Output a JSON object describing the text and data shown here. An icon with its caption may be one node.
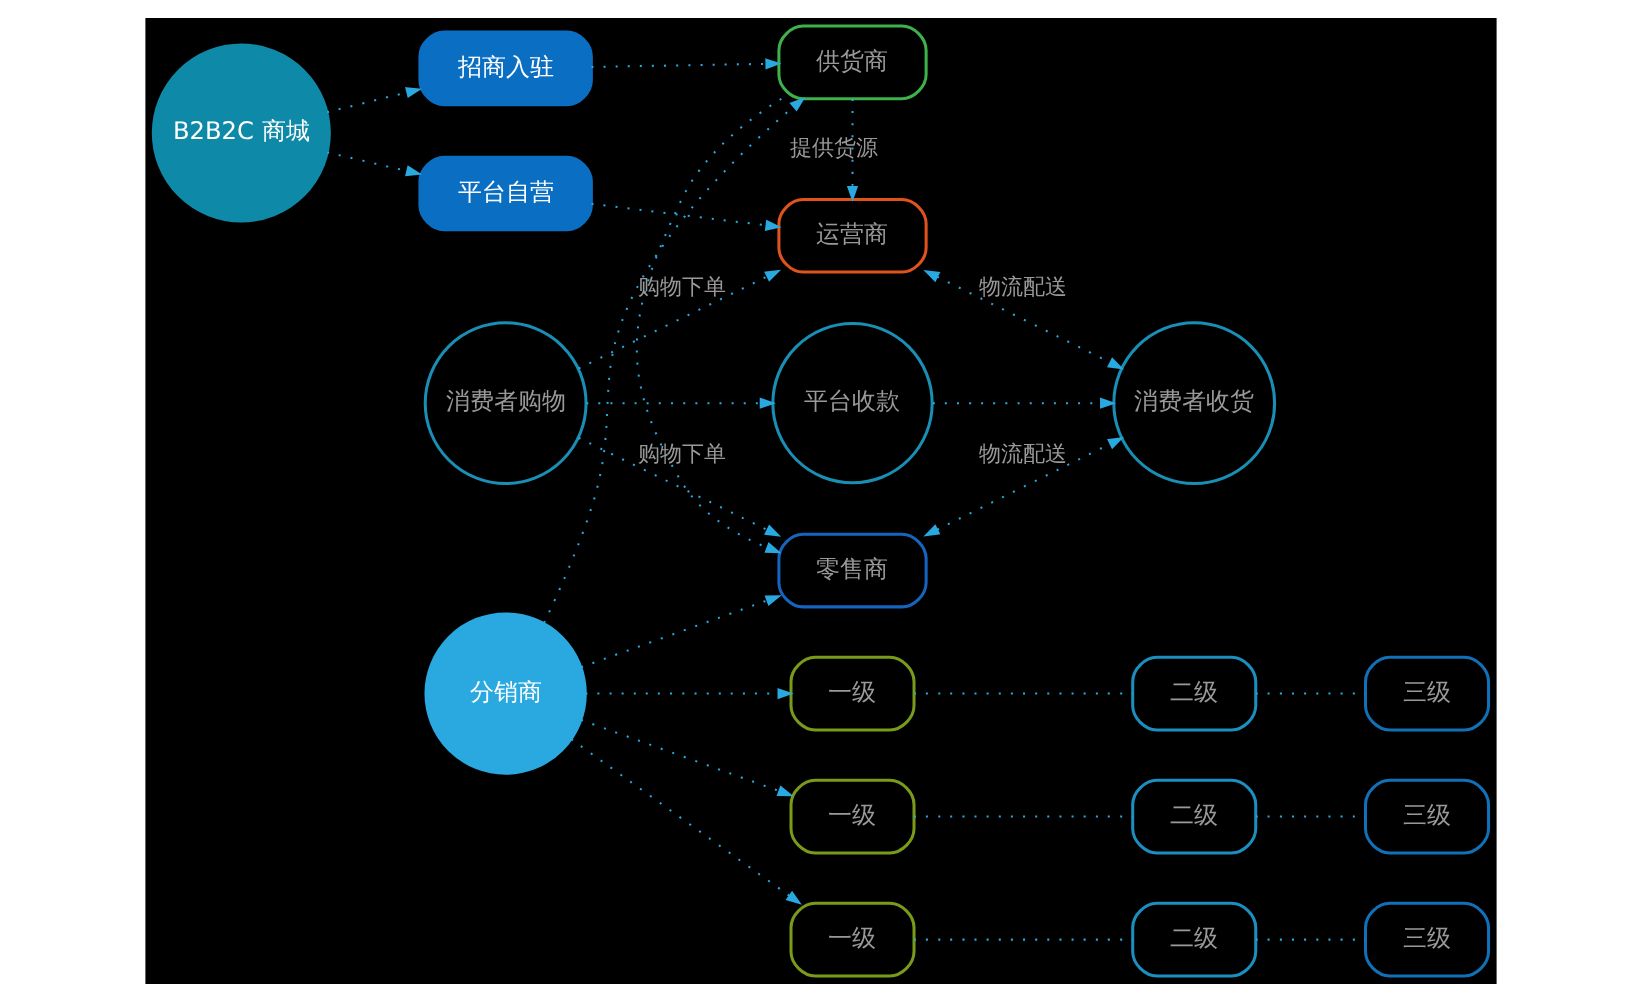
{
  "diagram": {
    "nodes": [
      {
        "text": [
          "B2B2C 商城"
        ]
      },
      {
        "text": [
          "平台自营"
        ]
      },
      {
        "text": [
          "招商入驻"
        ]
      },
      {
        "text": [
          "运营商"
        ]
      },
      {
        "text": [
          "供货商"
        ]
      },
      {
        "text": [
          "零售商"
        ]
      },
      {
        "text": [
          "消费者购物"
        ]
      },
      {
        "text": [
          "平台收款"
        ]
      },
      {
        "text": [
          "消费者收货"
        ]
      },
      {
        "text": [
          "分销商"
        ]
      },
      {
        "text": [
          "一级"
        ]
      },
      {
        "text": [
          "二级"
        ]
      },
      {
        "text": [
          "三级"
        ]
      },
      {
        "text": [
          "一级"
        ]
      },
      {
        "text": [
          "二级"
        ]
      },
      {
        "text": [
          "三级"
        ]
      },
      {
        "text": [
          "一级"
        ]
      },
      {
        "text": [
          "二级"
        ]
      },
      {
        "text": [
          "三级"
        ]
      }
    ],
    "edges": [
      {
        "from": 0,
        "to": 1,
        "arrow": "to",
        "style": "dashed"
      },
      {
        "from": 0,
        "to": 2,
        "arrow": "to",
        "style": "dashed"
      },
      {
        "from": 1,
        "to": 3,
        "arrow": "to",
        "style": "dashed"
      },
      {
        "from": 2,
        "to": 4,
        "arrow": "to",
        "style": "dashed"
      },
      {
        "from": 9,
        "to": 4,
        "arrow": "to",
        "style": "dashed"
      },
      {
        "from": 9,
        "to": 5,
        "arrow": "to",
        "style": "dashed"
      },
      {
        "from": 4,
        "to": 3,
        "arrow": "to",
        "style": "dashed",
        "label": "提供货源"
      },
      {
        "from": 4,
        "to": 5,
        "arrow": "to",
        "style": "dashed"
      },
      {
        "from": 6,
        "to": 3,
        "arrow": "to",
        "style": "dashed",
        "label": "购物下单"
      },
      {
        "from": 6,
        "to": 5,
        "arrow": "to",
        "style": "dashed",
        "label": "购物下单"
      },
      {
        "from": 3,
        "to": 8,
        "arrow": "both",
        "style": "dashed",
        "label": "物流配送"
      },
      {
        "from": 5,
        "to": 8,
        "arrow": "both",
        "style": "dashed",
        "label": "物流配送"
      },
      {
        "from": 6,
        "to": 7,
        "arrow": "to",
        "style": "dashed"
      },
      {
        "from": 7,
        "to": 8,
        "arrow": "to",
        "style": "dashed"
      },
      {
        "from": 9,
        "to": 10,
        "arrow": "to",
        "style": "dashed"
      },
      {
        "from": 9,
        "to": 13,
        "arrow": "to",
        "style": "dashed"
      },
      {
        "from": 9,
        "to": 16,
        "arrow": "to",
        "style": "dashed"
      },
      {
        "from": 10,
        "to": 11,
        "arrow": "none",
        "style": "dashed"
      },
      {
        "from": 11,
        "to": 12,
        "arrow": "none",
        "style": "dashed"
      },
      {
        "from": 13,
        "to": 14,
        "arrow": "none",
        "style": "dashed"
      },
      {
        "from": 14,
        "to": 15,
        "arrow": "none",
        "style": "dashed"
      },
      {
        "from": 16,
        "to": 17,
        "arrow": "none",
        "style": "dashed"
      },
      {
        "from": 17,
        "to": 18,
        "arrow": "none",
        "style": "dashed"
      }
    ]
  }
}
